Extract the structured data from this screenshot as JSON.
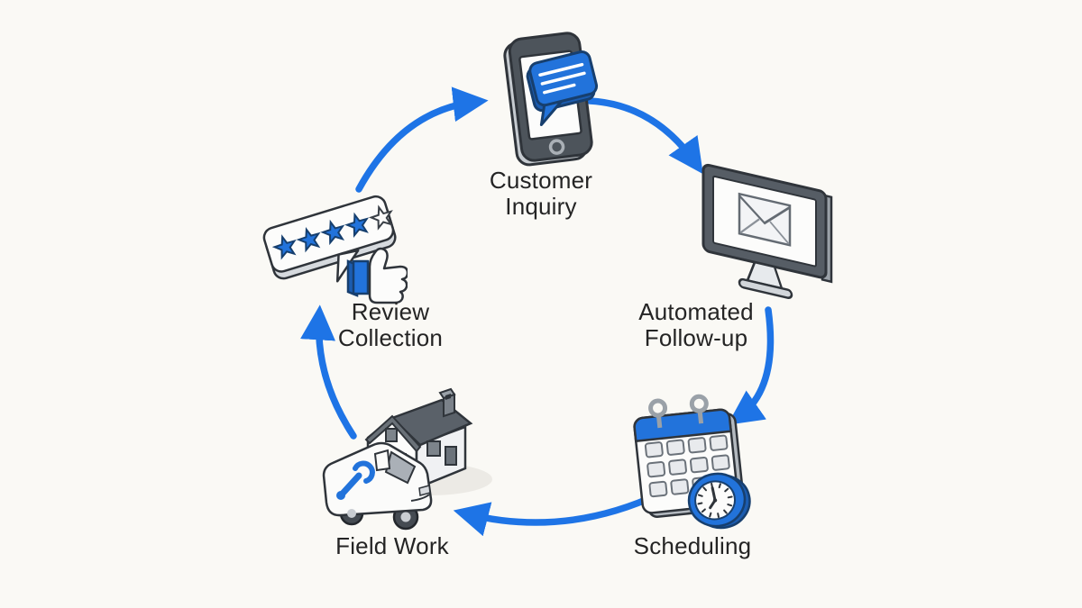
{
  "diagram": {
    "type": "cycle",
    "stages": [
      {
        "label": "Customer Inquiry",
        "icon": "smartphone-chat-icon"
      },
      {
        "label": "Automated Follow-up",
        "icon": "monitor-email-icon"
      },
      {
        "label": "Scheduling",
        "icon": "calendar-clock-icon"
      },
      {
        "label": "Field Work",
        "icon": "service-van-house-icon"
      },
      {
        "label": "Review Collection",
        "icon": "rating-stars-thumbs-up-icon"
      }
    ],
    "arrows": [
      {
        "from": "Review Collection",
        "to": "Customer Inquiry"
      },
      {
        "from": "Customer Inquiry",
        "to": "Automated Follow-up"
      },
      {
        "from": "Automated Follow-up",
        "to": "Scheduling"
      },
      {
        "from": "Scheduling",
        "to": "Field Work"
      },
      {
        "from": "Field Work",
        "to": "Review Collection"
      }
    ],
    "colors": {
      "arrow_blue": "#1E74E6",
      "icon_blue": "#2273DB",
      "icon_blue_dark": "#1B5CB0",
      "dark_gray": "#4D545B",
      "background": "#FAF9F5",
      "text": "#242424"
    }
  }
}
